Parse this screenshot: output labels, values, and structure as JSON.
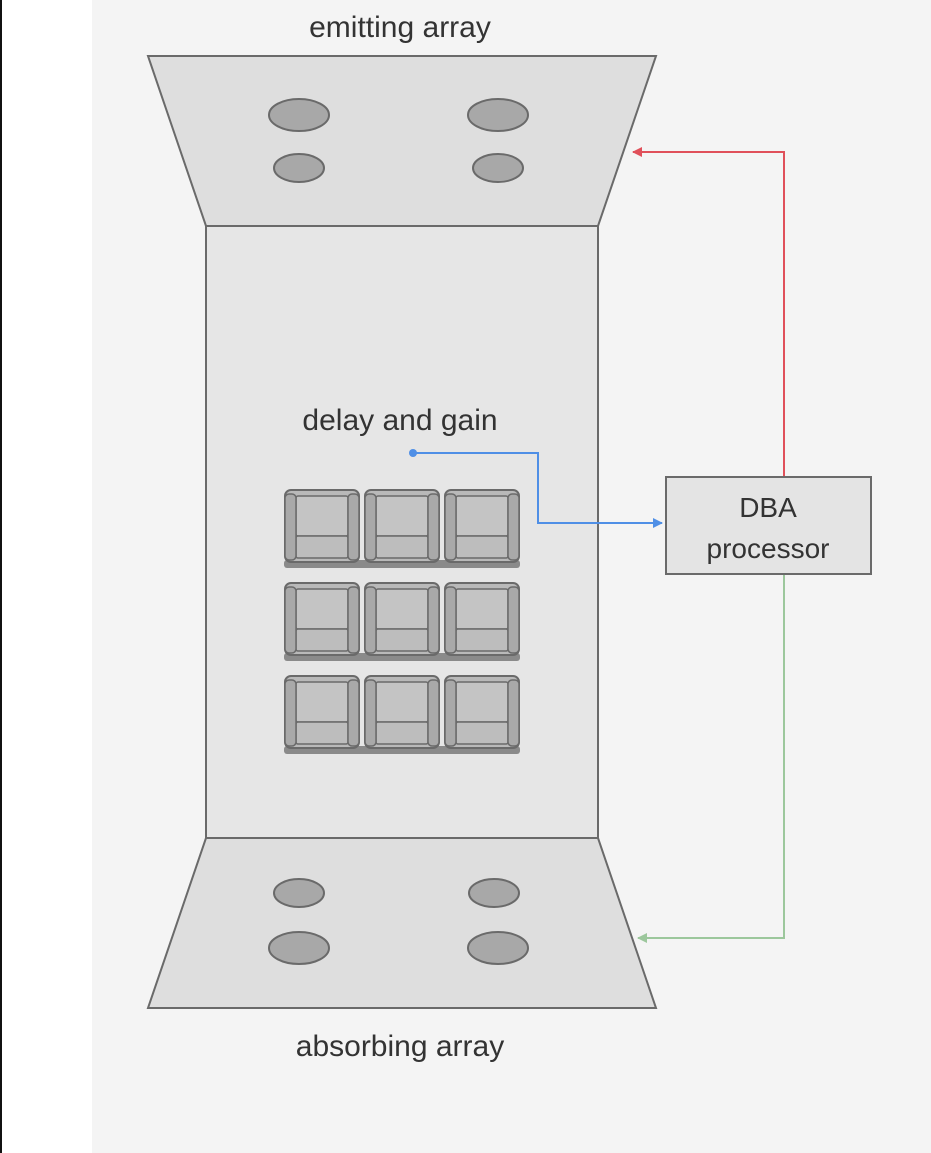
{
  "labels": {
    "emitting": "emitting array",
    "absorbing": "absorbing array",
    "delay_gain": "delay and gain",
    "processor_line1": "DBA",
    "processor_line2": "processor"
  },
  "colors": {
    "background": "#f4f4f4",
    "room_fill": "#e6e6e6",
    "array_fill": "#dedede",
    "outline": "#6a6a6a",
    "speaker_fill": "#a8a8a8",
    "seat_fill": "#b9b9b9",
    "emit_signal": "#e0505a",
    "absorb_signal": "#9cc79c",
    "delay_signal": "#4f8fe6"
  },
  "seating": {
    "rows": 3,
    "seats_per_row": 3
  }
}
